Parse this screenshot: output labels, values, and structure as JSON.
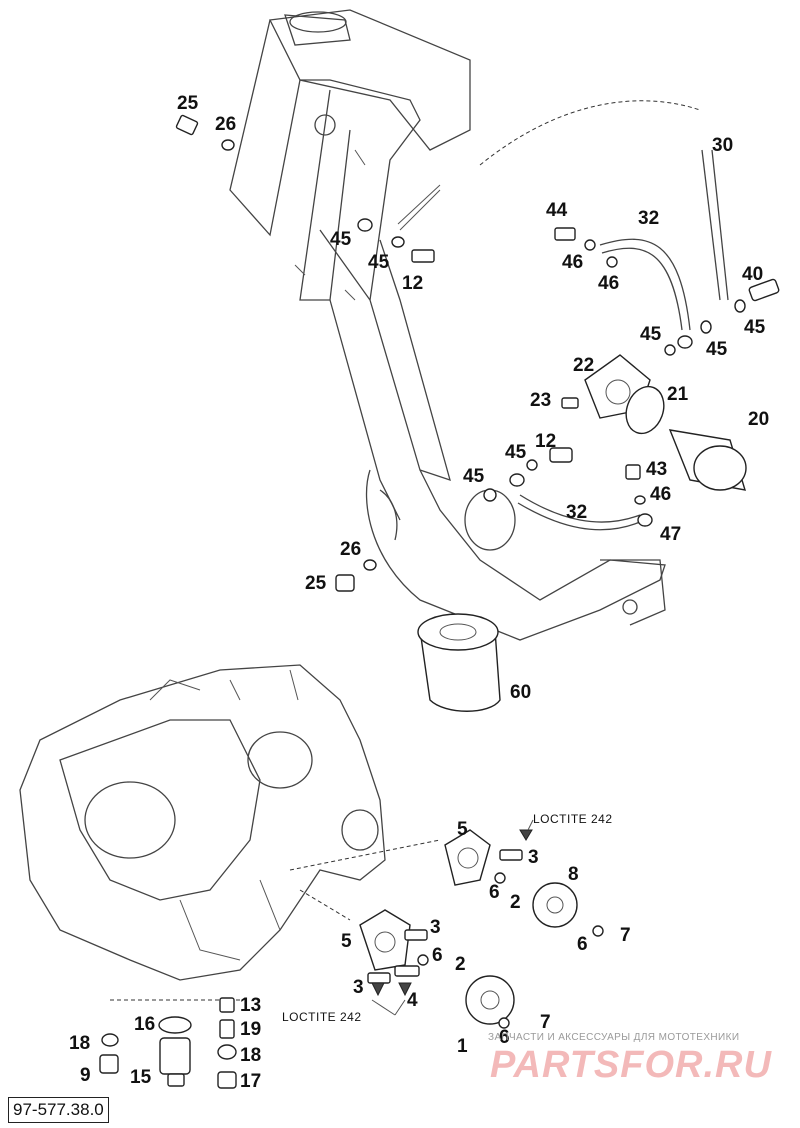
{
  "callouts": {
    "c25a": "25",
    "c26a": "26",
    "c45a": "45",
    "c45b": "45",
    "c12a": "12",
    "c30": "30",
    "c44": "44",
    "c32a": "32",
    "c46a": "46",
    "c46b": "46",
    "c40": "40",
    "c45c": "45",
    "c45d": "45",
    "c45e": "45",
    "c22": "22",
    "c23": "23",
    "c21": "21",
    "c20": "20",
    "c45f": "45",
    "c12b": "12",
    "c45g": "45",
    "c43": "43",
    "c46c": "46",
    "c32b": "32",
    "c47": "47",
    "c26b": "26",
    "c25b": "25",
    "c60": "60",
    "c5a": "5",
    "c3a": "3",
    "c6a": "6",
    "c2a": "2",
    "c8": "8",
    "c6b": "6",
    "c7a": "7",
    "c5b": "5",
    "c3b": "3",
    "c6c": "6",
    "c3c": "3",
    "c4": "4",
    "c2b": "2",
    "c1": "1",
    "c6d": "6",
    "c7b": "7",
    "c13": "13",
    "c16": "16",
    "c18a": "18",
    "c19": "19",
    "c18b": "18",
    "c9": "9",
    "c15": "15",
    "c17": "17"
  },
  "notes": {
    "loctite_top": "LOCTITE 242",
    "loctite_bottom": "LOCTITE 242"
  },
  "document_number": "97-577.38.0",
  "watermark": {
    "tagline": "ЗАПЧАСТИ И АКСЕССУАРЫ ДЛЯ МОТОТЕХНИКИ",
    "brand": "PARTSFOR.RU"
  },
  "colors": {
    "line": "#444444",
    "watermark": "#f3b9b9"
  }
}
